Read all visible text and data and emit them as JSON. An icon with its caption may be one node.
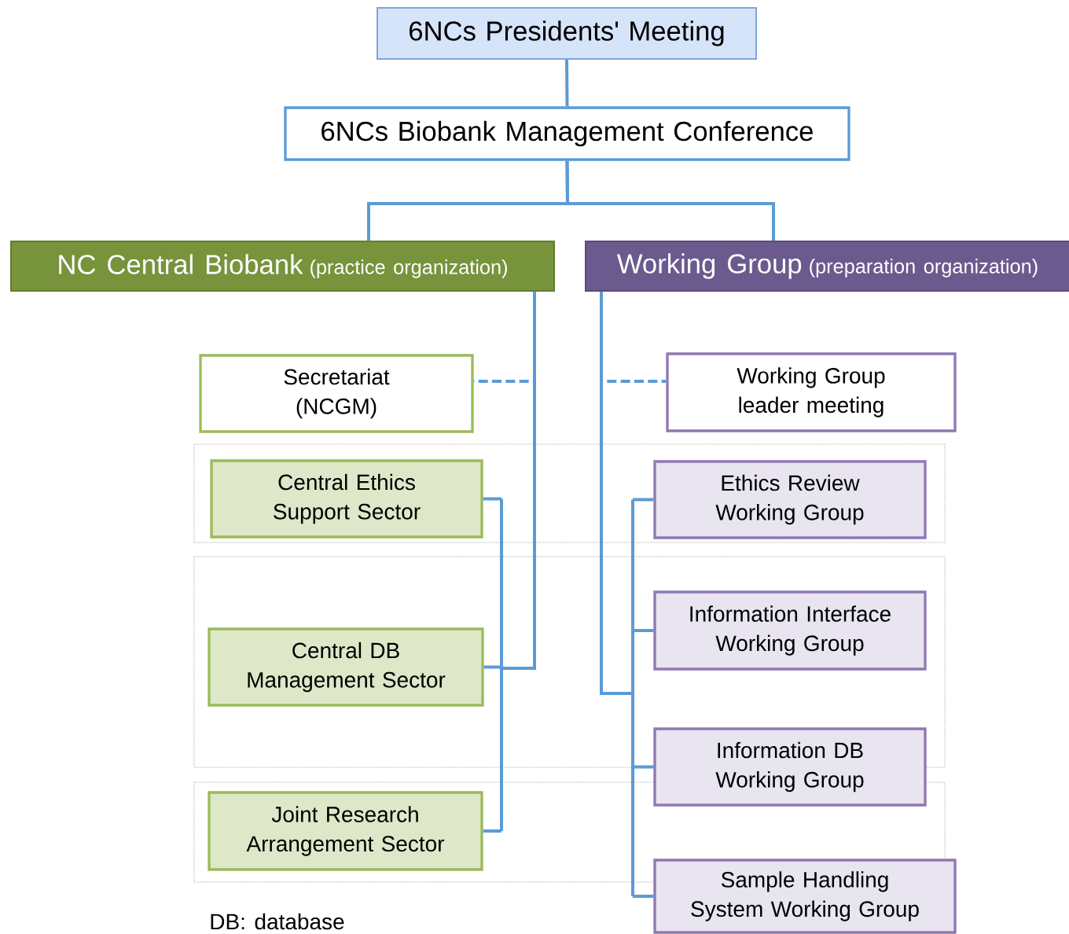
{
  "diagram": {
    "nodes": [
      {
        "text": [
          "6NCs Presidents' Meeting"
        ]
      },
      {
        "text": [
          "6NCs Biobank Management Conference"
        ]
      },
      {
        "text": [
          "NC Central Biobank",
          "(practice organization)"
        ]
      },
      {
        "text": [
          "Working Group",
          "(preparation organization)"
        ]
      },
      {
        "text": [
          "Secretariat (NCGM)"
        ]
      },
      {
        "text": [
          "Working Group leader meeting"
        ]
      },
      {
        "text": [
          "Central Ethics Support Sector"
        ]
      },
      {
        "text": [
          "Ethics Review Working Group"
        ]
      },
      {
        "text": [
          "Information Interface Working Group"
        ]
      },
      {
        "text": [
          "Central DB Management Sector"
        ]
      },
      {
        "text": [
          "Information DB Working Group"
        ]
      },
      {
        "text": [
          "Joint Research Arrangement Sector"
        ]
      },
      {
        "text": [
          "Sample Handling System Working Group"
        ]
      }
    ],
    "edges": [
      {
        "from": 2,
        "to": 4,
        "arrow": "none",
        "style": "dashed"
      },
      {
        "from": 3,
        "to": 5,
        "arrow": "none",
        "style": "dashed"
      },
      {
        "from": 0,
        "to": 1,
        "arrow": "none"
      },
      {
        "from": 1,
        "to": 2,
        "arrow": "none"
      },
      {
        "from": 1,
        "to": 3,
        "arrow": "none"
      },
      {
        "from": 2,
        "to": 6,
        "arrow": "none"
      },
      {
        "from": 2,
        "to": 9,
        "arrow": "none"
      },
      {
        "from": 2,
        "to": 11,
        "arrow": "none"
      },
      {
        "from": 3,
        "to": 7,
        "arrow": "none"
      },
      {
        "from": 3,
        "to": 8,
        "arrow": "none"
      },
      {
        "from": 3,
        "to": 10,
        "arrow": "none"
      },
      {
        "from": 3,
        "to": 12,
        "arrow": "none"
      }
    ],
    "labels": [
      "DB: database"
    ]
  }
}
